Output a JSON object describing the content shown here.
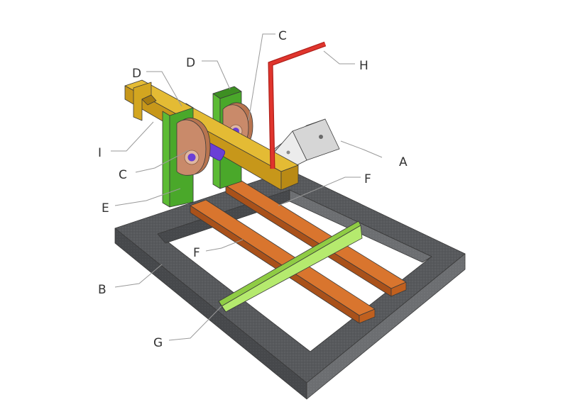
{
  "diagram": {
    "labels": {
      "a": "A",
      "b": "B",
      "c_top": "C",
      "c_left": "C",
      "d_left": "D",
      "d_right": "D",
      "e": "E",
      "f_right": "F",
      "f_left": "F",
      "g": "G",
      "h": "H",
      "i": "I"
    },
    "colors": {
      "frame": "#57595c",
      "rail": "#c8641f",
      "arm": "#d3a620",
      "post": "#4aa82a",
      "bearing": "#c98a6a",
      "axle": "#6a3fd6",
      "fence": "#a6e35a",
      "handle": "#d6302a",
      "bracket": "#c9c9c9"
    }
  }
}
